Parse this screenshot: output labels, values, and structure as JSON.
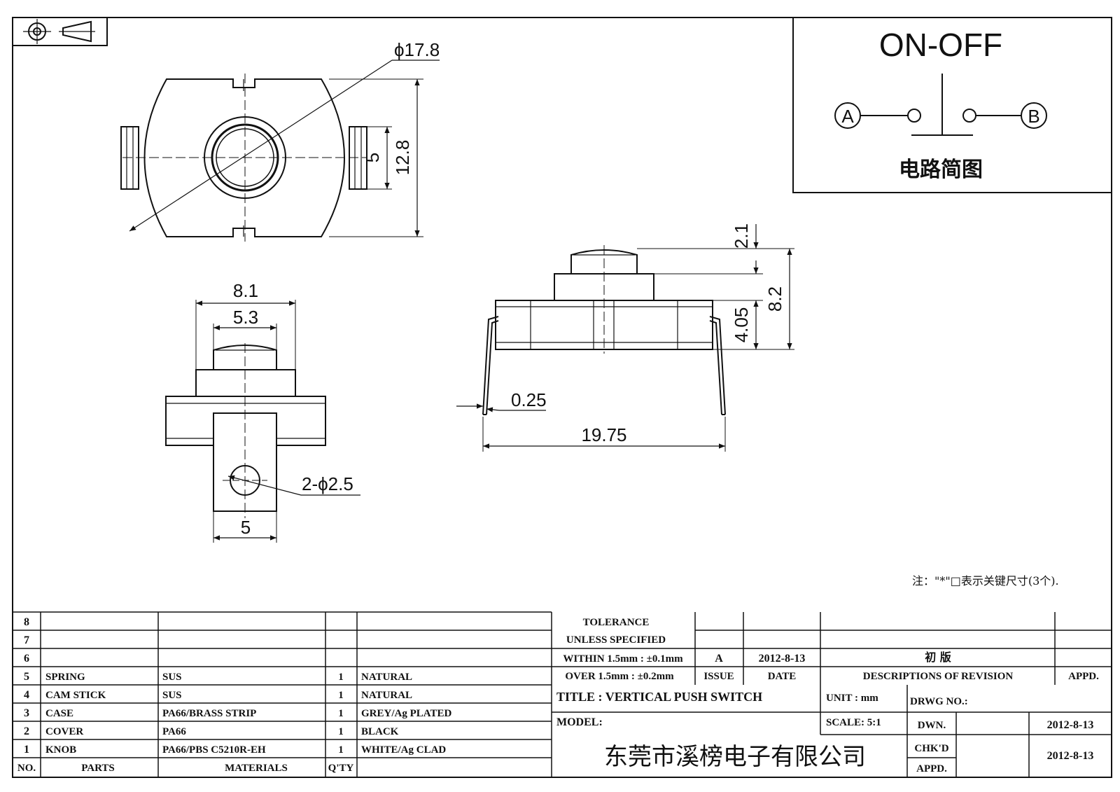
{
  "dimensions": {
    "phi178": "ϕ17.8",
    "d128": "12.8",
    "d5_top": "5",
    "d81": "8.1",
    "d53": "5.3",
    "hole": "2-ϕ2.5",
    "d5_bottom": "5",
    "d21": "2.1",
    "d82": "8.2",
    "d405": "4.05",
    "d025": "0.25",
    "d1975": "19.75"
  },
  "circuit": {
    "title": "ON-OFF",
    "terminal_a": "A",
    "terminal_b": "B",
    "caption": "电路简图"
  },
  "note": "注：\"*\"□表示关键尺寸(3个).",
  "parts": {
    "rows": [
      {
        "no": "8",
        "part": "",
        "material": "",
        "qty": "",
        "finish": ""
      },
      {
        "no": "7",
        "part": "",
        "material": "",
        "qty": "",
        "finish": ""
      },
      {
        "no": "6",
        "part": "",
        "material": "",
        "qty": "",
        "finish": ""
      },
      {
        "no": "5",
        "part": "SPRING",
        "material": "SUS",
        "qty": "1",
        "finish": "NATURAL"
      },
      {
        "no": "4",
        "part": "CAM STICK",
        "material": "SUS",
        "qty": "1",
        "finish": "NATURAL"
      },
      {
        "no": "3",
        "part": "CASE",
        "material": "PA66/BRASS STRIP",
        "qty": "1",
        "finish": "GREY/Ag PLATED"
      },
      {
        "no": "2",
        "part": "COVER",
        "material": "PA66",
        "qty": "1",
        "finish": "BLACK"
      },
      {
        "no": "1",
        "part": "KNOB",
        "material": "PA66/PBS C5210R-EH",
        "qty": "1",
        "finish": "WHITE/Ag CLAD"
      }
    ],
    "headers": {
      "no": "NO.",
      "parts": "PARTS",
      "materials": "MATERIALS",
      "qty": "Q'TY"
    }
  },
  "tolerance": {
    "line1": "TOLERANCE",
    "line2": "UNLESS SPECIFIED",
    "line3": "WITHIN 1.5mm : ±0.1mm",
    "line4": "OVER 1.5mm : ±0.2mm"
  },
  "revision": {
    "issue": "A",
    "date": "2012-8-13",
    "description": "初 版",
    "h_issue": "ISSUE",
    "h_date": "DATE",
    "h_desc": "DESCRIPTIONS OF REVISION",
    "h_appd": "APPD."
  },
  "title_block": {
    "title": "TITLE : VERTICAL PUSH SWITCH",
    "unit": "UNIT : mm",
    "drwg_no": "DRWG NO.:",
    "model": "MODEL:",
    "scale": "SCALE: 5:1",
    "dwn": "DWN.",
    "dwn_date": "2012-8-13",
    "chkd": "CHK'D",
    "chkd_date": "2012-8-13",
    "appd": "APPD.",
    "company": "东莞市溪榜电子有限公司"
  }
}
